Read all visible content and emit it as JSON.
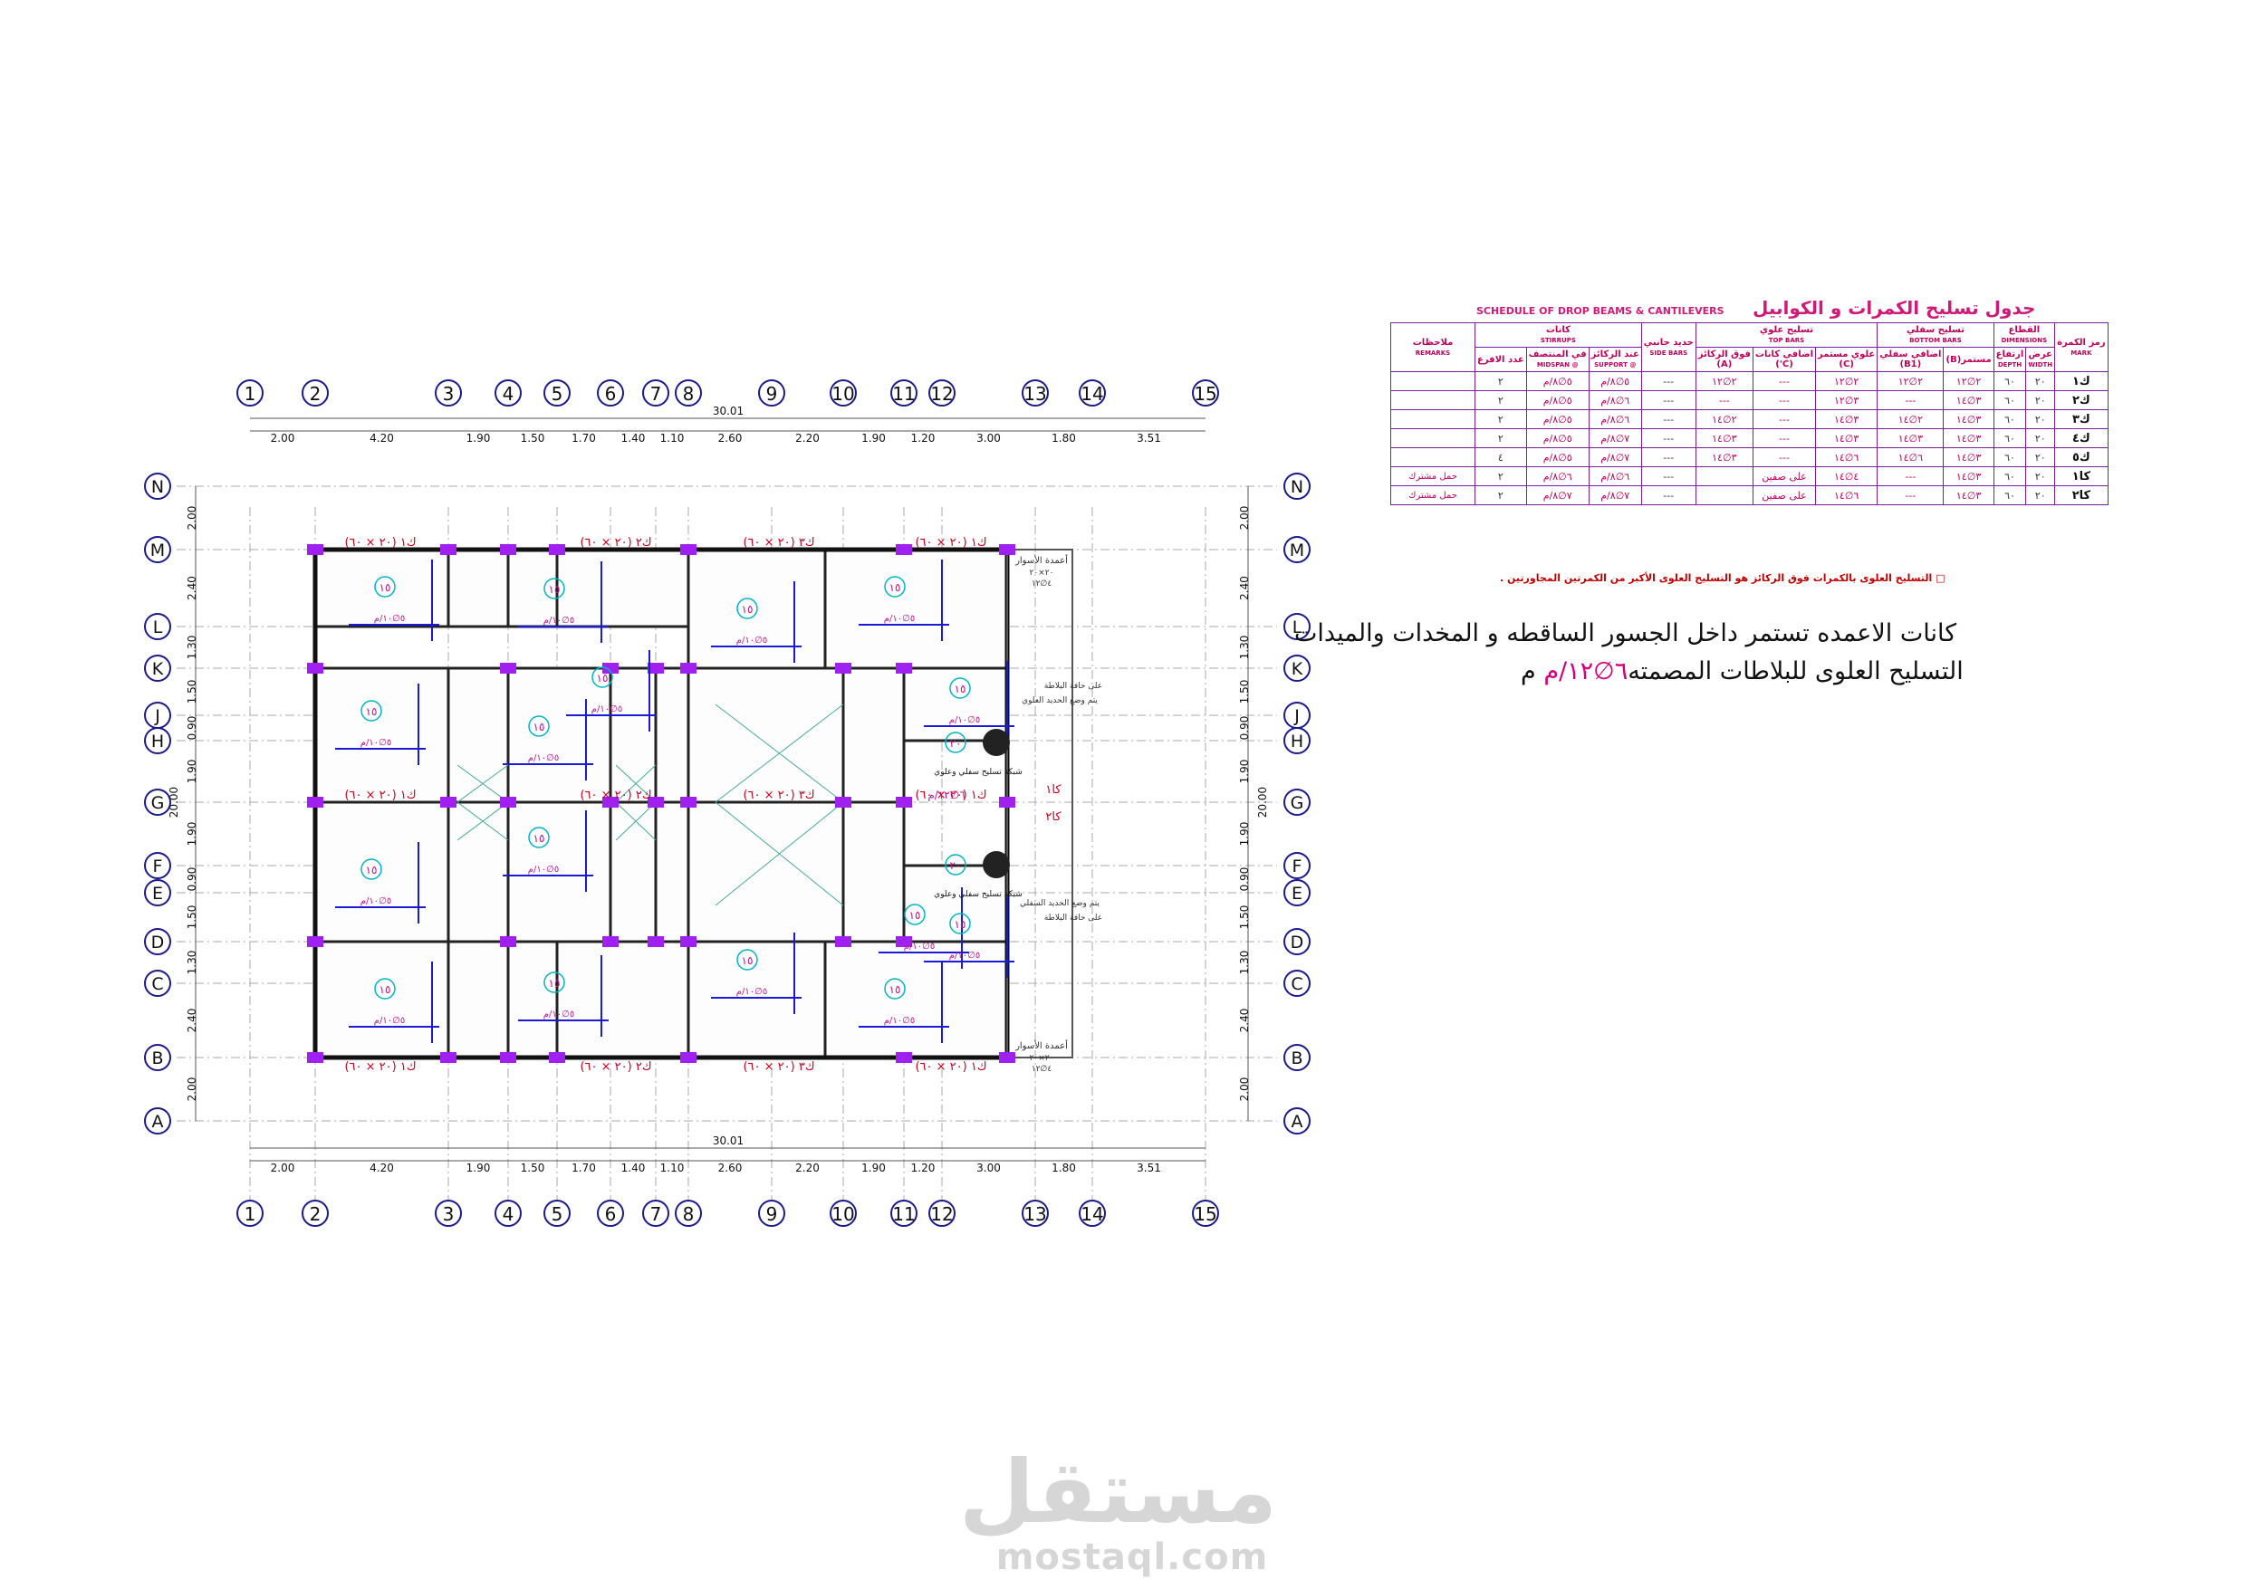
{
  "grid": {
    "columns": [
      "1",
      "2",
      "3",
      "4",
      "5",
      "6",
      "7",
      "8",
      "9",
      "10",
      "11",
      "12",
      "13",
      "14",
      "15"
    ],
    "rows": [
      "A",
      "B",
      "C",
      "D",
      "E",
      "F",
      "G",
      "H",
      "J",
      "K",
      "L",
      "M",
      "N"
    ],
    "col_spacings": [
      "2.00",
      "4.20",
      "1.90",
      "1.50",
      "1.70",
      "1.40",
      "1.10",
      "2.60",
      "2.20",
      "1.90",
      "1.20",
      "3.00",
      "1.80",
      "3.51"
    ],
    "row_spacings_left": [
      "2.00",
      "2.40",
      "1.30",
      "1.50",
      "0.90",
      "1.90",
      "1.90",
      "0.90",
      "1.50",
      "1.30",
      "2.40",
      "2.00"
    ],
    "total_width": "30.01",
    "total_height": "20.00"
  },
  "plan_labels": {
    "slab_thickness": "١٥",
    "slab_thickness_stair": "٢٠",
    "slab_bar": "٥∅١٠/م",
    "beam_label": "ك١ (٢٠ × ٦٠)",
    "beam_label_2": "ك٢ (٢٠ × ٦٠)",
    "beam_label_3": "ك٣ (٢٠ × ٦٠)",
    "cantilever_1": "كا١",
    "cantilever_2": "كا٢",
    "stair_note": "شبكة تسليح سفلي وعلوي",
    "stair_bar": "٦∅١٢/م",
    "slab_edge_note": "على حافة البلاطة",
    "slab_edge_note_2": "يتم وضع الحديد العلوي",
    "slab_edge_note_3": "يتم وضع الحديد السفلي",
    "corner_col": "أعمدة الأسوار",
    "corner_col_dim": "٢٠×٢٠",
    "corner_col_bar": "٤∅١٢"
  },
  "schedule": {
    "title_ar": "جدول تسليح الكمرات و الكوابيل",
    "title_en": "SCHEDULE OF DROP BEAMS & CANTILEVERS",
    "headers": {
      "mark": "رمز الكمرة",
      "mark_en": "MARK",
      "dimensions": "القطاع",
      "dimensions_en": "DIMENSIONS",
      "width": "عرض",
      "width_en": "WIDTH",
      "depth": "ارتفاع",
      "depth_en": "DEPTH",
      "bottom": "تسليح سفلي",
      "bottom_en": "BOTTOM BARS",
      "b": "(B)",
      "b1": "(B1)",
      "b_label": "مستمر",
      "b1_label": "اضافي سفلي",
      "top": "تسليح علوي",
      "top_en": "TOP BARS",
      "c": "(C)",
      "c2": "(C')",
      "a": "(A)",
      "c_label": "علوي مستمر",
      "c2_label": "اضافي كانات",
      "a_label": "فوق الركائز",
      "side": "حديد جانبي",
      "side_en": "SIDE BARS",
      "stirrups": "كانات",
      "stirrups_en": "STIRRUPS",
      "st_support": "عند الركائز",
      "st_support_en": "@ SUPPORT",
      "st_mid": "في المنتصف",
      "st_mid_en": "@ MIDSPAN",
      "branches": "عدد الافرع",
      "remarks": "ملاحظات",
      "remarks_en": "REMARKS"
    },
    "rows": [
      {
        "mark": "ك١",
        "w": "٢٠",
        "d": "٦٠",
        "b": "٢∅١٢",
        "b1": "٢∅١٢",
        "c": "٢∅١٢",
        "c2": "---",
        "a": "٢∅١٢",
        "side": "---",
        "sup": "٥∅٨/م",
        "mid": "٥∅٨/م",
        "br": "٢",
        "rem": ""
      },
      {
        "mark": "ك٢",
        "w": "٢٠",
        "d": "٦٠",
        "b": "٣∅١٤",
        "b1": "---",
        "c": "٣∅١٢",
        "c2": "---",
        "a": "---",
        "side": "---",
        "sup": "٦∅٨/م",
        "mid": "٥∅٨/م",
        "br": "٢",
        "rem": ""
      },
      {
        "mark": "ك٣",
        "w": "٢٠",
        "d": "٦٠",
        "b": "٣∅١٤",
        "b1": "٢∅١٤",
        "c": "٣∅١٤",
        "c2": "---",
        "a": "٢∅١٤",
        "side": "---",
        "sup": "٦∅٨/م",
        "mid": "٥∅٨/م",
        "br": "٢",
        "rem": ""
      },
      {
        "mark": "ك٤",
        "w": "٢٠",
        "d": "٦٠",
        "b": "٣∅١٤",
        "b1": "٣∅١٤",
        "c": "٣∅١٤",
        "c2": "---",
        "a": "٣∅١٤",
        "side": "---",
        "sup": "٧∅٨/م",
        "mid": "٥∅٨/م",
        "br": "٢",
        "rem": ""
      },
      {
        "mark": "ك٥",
        "w": "٢٠",
        "d": "٦٠",
        "b": "٣∅١٤",
        "b1": "٦∅١٤",
        "c": "٦∅١٤",
        "c2": "---",
        "a": "٣∅١٤",
        "side": "---",
        "sup": "٧∅٨/م",
        "mid": "٥∅٨/م",
        "br": "٤",
        "rem": ""
      },
      {
        "mark": "كا١",
        "w": "٢٠",
        "d": "٦٠",
        "b": "٣∅١٤",
        "b1": "---",
        "c": "٤∅١٤",
        "c2": "على صفين",
        "a": "",
        "side": "---",
        "sup": "٦∅٨/م",
        "mid": "٦∅٨/م",
        "br": "٢",
        "rem": "حمل مشترك"
      },
      {
        "mark": "كا٢",
        "w": "٢٠",
        "d": "٦٠",
        "b": "٣∅١٤",
        "b1": "---",
        "c": "٦∅١٤",
        "c2": "على صفين",
        "a": "",
        "side": "---",
        "sup": "٧∅٨/م",
        "mid": "٧∅٨/م",
        "br": "٢",
        "rem": "حمل مشترك"
      }
    ]
  },
  "notes": {
    "small": "□ التسليح العلوى بالكمرات فوق الركائز هو التسليح العلوى الأكبر من الكمرتين المجاورتين .",
    "line1": "كانات الاعمده تستمر داخل الجسور الساقطه و المخدات والميدات",
    "line2_main": "التسليح العلوى للبلاطات المصمته",
    "line2_value": "٦∅١٢/م"
  },
  "watermark": {
    "arabic": "مستقل",
    "latin": "mostaql.com"
  }
}
